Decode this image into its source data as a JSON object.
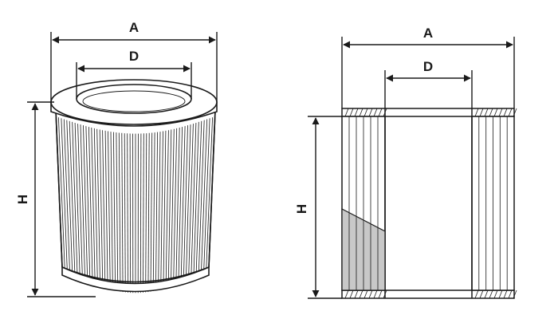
{
  "dimensions": {
    "outer_diameter": "A",
    "inner_diameter": "D",
    "height": "H"
  },
  "colors": {
    "line": "#1a1a1a",
    "cutaway_fill": "#c8c8c8",
    "background": "#ffffff"
  }
}
